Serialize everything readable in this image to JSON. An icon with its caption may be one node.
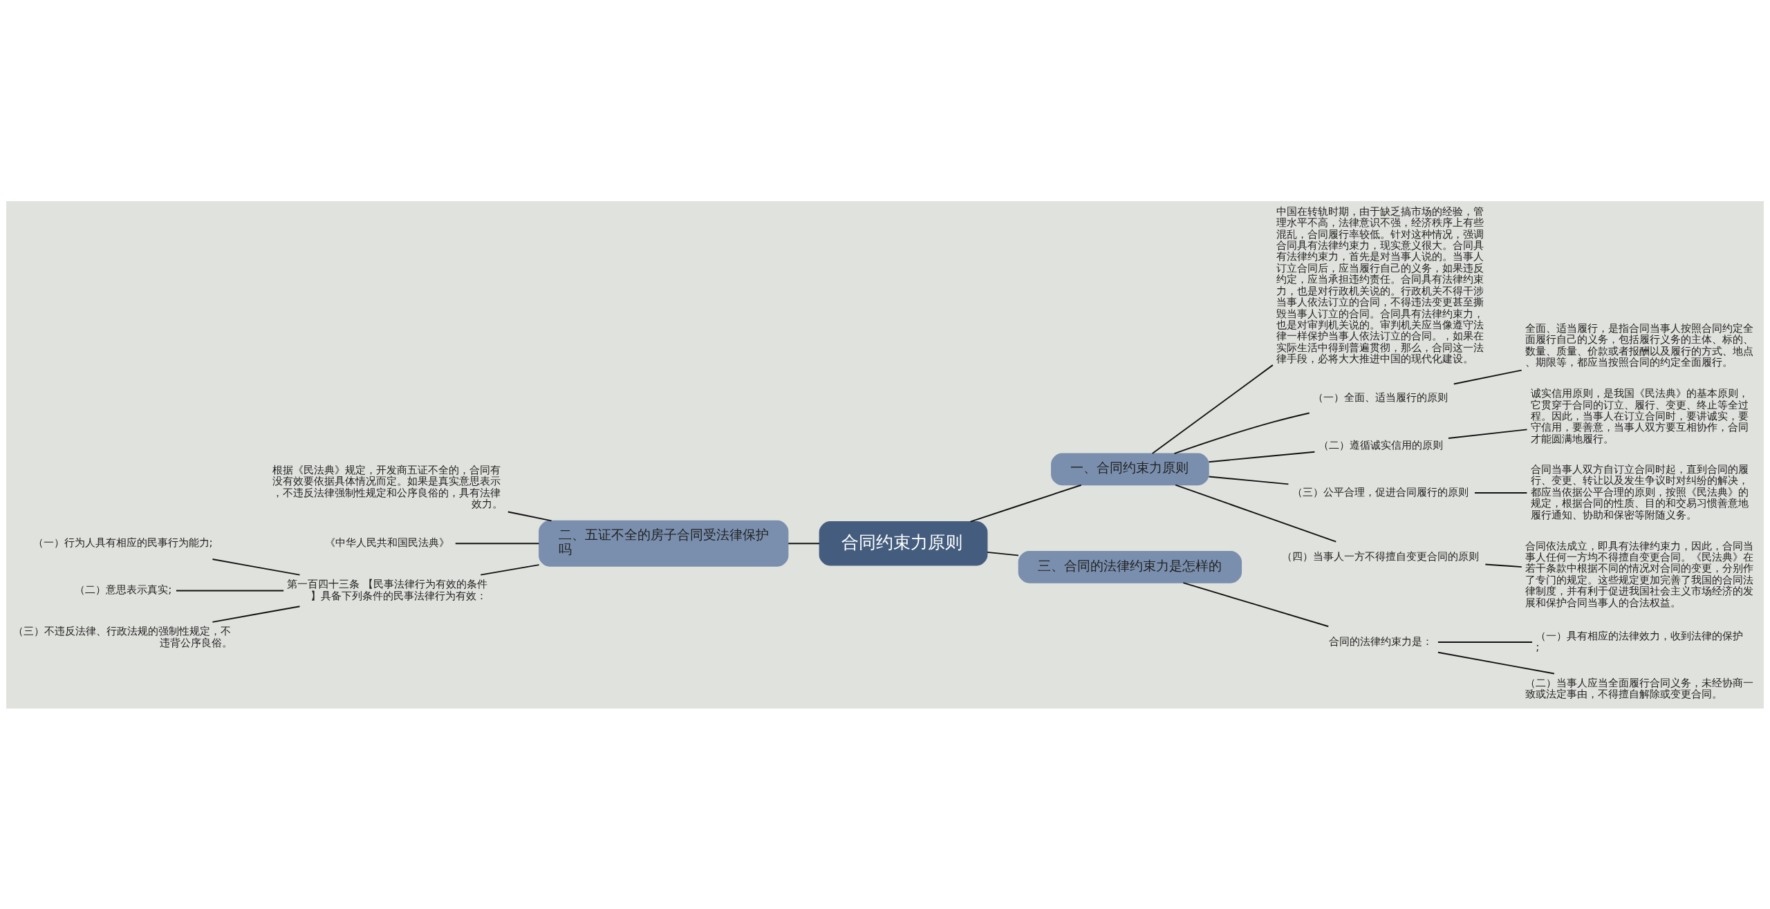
{
  "diagram": {
    "nodes": [
      {
        "text": [
          "合同约束力原则"
        ]
      },
      {
        "text": [
          "一、合同约束力原则"
        ]
      },
      {
        "text": [
          "中国在转轨时期，由于缺乏搞市场的经验，管理水平不高，法律意识不强，经济秩序上有些混乱，合同履行率较低。针对这种情况，强调合同具有法律约束力，现实意义很大。合同具有法律约束力，首先是对当事人说的。当事人订立合同后，应当履行自己的义务，如果违反约定，应当承担违约责任。合同具有法律约束力，也是对行政机关说的。行政机关不得干涉当事人依法订立的合同，不得违法变更甚至撕毁当事人订立的合同。合同具有法律约束力，也是对审判机关说的。审判机关应当像遵守法律一样保护当事人依法订立的合同。，如果在实际生活中得到普遍贯彻，那么，合同这一法律手段，必将大大推进中国的现代化建设。"
        ]
      },
      {
        "text": [
          "（一）全面、适当履行的原则"
        ]
      },
      {
        "text": [
          "全面、适当履行，是指合同当事人按照合同约定全面履行自己的义务，包括履行义务的主体、标的、数量、质量、价款或者报酬以及履行的方式、地点、期限等，都应当按照合同的约定全面履行。"
        ]
      },
      {
        "text": [
          "（二）遵循诚实信用的原则"
        ]
      },
      {
        "text": [
          "诚实信用原则，是我国《民法典》的基本原则，它贯穿于合同的订立、履行、变更、终止等全过程。因此，当事人在订立合同时，要讲诚实，要守信用，要善意，当事人双方要互相协作，合同才能圆满地履行。"
        ]
      },
      {
        "text": [
          "（三）公平合理，促进合同履行的原则"
        ]
      },
      {
        "text": [
          "合同当事人双方自订立合同时起，直到合同的履行、变更、转让以及发生争议时对纠纷的解决，都应当依据公平合理的原则，按照《民法典》的规定，根据合同的性质、目的和交易习惯善意地履行通知、协助和保密等附随义务。"
        ]
      },
      {
        "text": [
          "（四）当事人一方不得擅自变更合同的原则"
        ]
      },
      {
        "text": [
          "合同依法成立，即具有法律约束力，因此，合同当事人任何一方均不得擅自变更合同。《民法典》在若干条款中根据不同的情况对合同的变更，分别作了专门的规定。这些规定更加完善了我国的合同法律制度，并有利于促进我国社会主义市场经济的发展和保护合同当事人的合法权益。"
        ]
      },
      {
        "text": [
          "三、合同的法律约束力是怎样的"
        ]
      },
      {
        "text": [
          "合同的法律约束力是："
        ]
      },
      {
        "text": [
          "（一）具有相应的法律效力，收到法律的保护;"
        ]
      },
      {
        "text": [
          "（二）当事人应当全面履行合同义务，未经协商一致或法定事由，不得擅自解除或变更合同。"
        ]
      },
      {
        "text": [
          "二、五证不全的房子合同受法律保护吗"
        ]
      },
      {
        "text": [
          "根据《民法典》规定，开发商五证不全的，合同有没有效要依据具体情况而定。如果是真实意思表示，不违反法律强制性规定和公序良俗的，具有法律效力。"
        ]
      },
      {
        "text": [
          "《中华人民共和国民法典》"
        ]
      },
      {
        "text": [
          "第一百四十三条 【民事法律行为有效的条件】具备下列条件的民事法律行为有效："
        ]
      },
      {
        "text": [
          "（一）行为人具有相应的民事行为能力;"
        ]
      },
      {
        "text": [
          "（二）意思表示真实;"
        ]
      },
      {
        "text": [
          "（三）不违反法律、行政法规的强制性规定，不违背公序良俗。"
        ]
      }
    ],
    "edges": [
      {
        "from": 0,
        "to": 1,
        "arrow": "none"
      },
      {
        "from": 1,
        "to": 2,
        "arrow": "none"
      },
      {
        "from": 1,
        "to": 3,
        "arrow": "none"
      },
      {
        "from": 3,
        "to": 4,
        "arrow": "none"
      },
      {
        "from": 1,
        "to": 5,
        "arrow": "none"
      },
      {
        "from": 5,
        "to": 6,
        "arrow": "none"
      },
      {
        "from": 1,
        "to": 7,
        "arrow": "none"
      },
      {
        "from": 7,
        "to": 8,
        "arrow": "none"
      },
      {
        "from": 1,
        "to": 9,
        "arrow": "none"
      },
      {
        "from": 9,
        "to": 10,
        "arrow": "none"
      },
      {
        "from": 0,
        "to": 11,
        "arrow": "none"
      },
      {
        "from": 11,
        "to": 12,
        "arrow": "none"
      },
      {
        "from": 12,
        "to": 13,
        "arrow": "none"
      },
      {
        "from": 12,
        "to": 14,
        "arrow": "none"
      },
      {
        "from": 0,
        "to": 15,
        "arrow": "none"
      },
      {
        "from": 15,
        "to": 16,
        "arrow": "none"
      },
      {
        "from": 15,
        "to": 17,
        "arrow": "none"
      },
      {
        "from": 15,
        "to": 18,
        "arrow": "none"
      },
      {
        "from": 18,
        "to": 19,
        "arrow": "none"
      },
      {
        "from": 18,
        "to": 20,
        "arrow": "none"
      },
      {
        "from": 18,
        "to": 21,
        "arrow": "none"
      }
    ]
  }
}
